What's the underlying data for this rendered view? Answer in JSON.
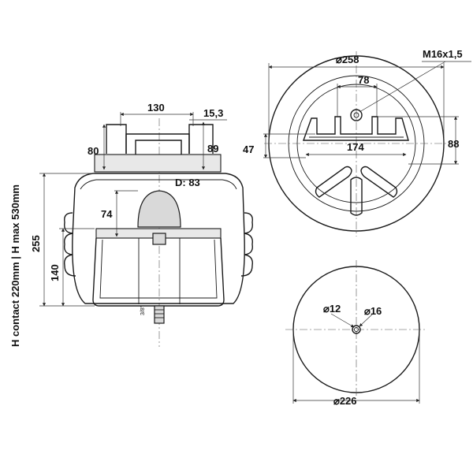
{
  "side_view": {
    "top_width": "130",
    "offset": "15,3",
    "left_height": "80",
    "right_height": "89",
    "dome_diameter": "D: 83",
    "dome_height": "74",
    "total_height": "255",
    "piston_height": "140",
    "height_note": "H contact 220mm | H max 530mm",
    "thread_note": "3/8\""
  },
  "top_view": {
    "outer_diameter": "⌀258",
    "thread": "M16x1,5",
    "bolt_spacing": "78",
    "plate_width": "174",
    "left_offset": "47",
    "right_offset": "88"
  },
  "bottom_view": {
    "hole_small": "⌀12",
    "hole_large": "⌀16",
    "base_diameter": "⌀226"
  }
}
